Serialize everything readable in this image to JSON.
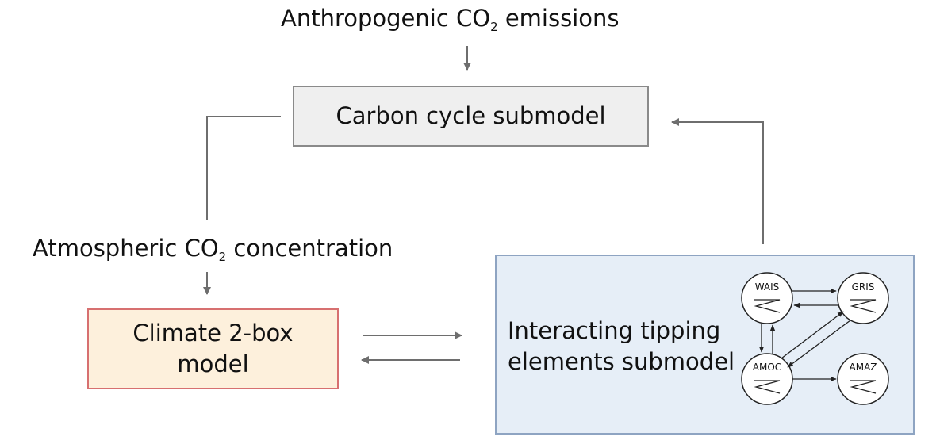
{
  "top_input": {
    "prefix": "Anthropogenic CO",
    "subscript": "2",
    "suffix": " emissions"
  },
  "carbon_box": {
    "label": "Carbon cycle submodel"
  },
  "side_label": {
    "prefix": "Atmospheric CO",
    "subscript": "2",
    "suffix": " concentration"
  },
  "climate_box": {
    "line1": "Climate 2-box",
    "line2": "model"
  },
  "tipping_box": {
    "line1": "Interacting tipping",
    "line2": "elements submodel"
  },
  "network": {
    "nodes": [
      {
        "id": "wais",
        "label": "WAIS"
      },
      {
        "id": "gris",
        "label": "GRIS"
      },
      {
        "id": "amoc",
        "label": "AMOC"
      },
      {
        "id": "amaz",
        "label": "AMAZ"
      }
    ]
  },
  "colors": {
    "connector": "#6e6e6e",
    "carbon_fill": "#efefef",
    "carbon_border": "#8a8a8a",
    "climate_fill": "#fdf0dc",
    "climate_border": "#d77070",
    "tipping_fill": "#e6eef7",
    "tipping_border": "#8ea4c2"
  }
}
